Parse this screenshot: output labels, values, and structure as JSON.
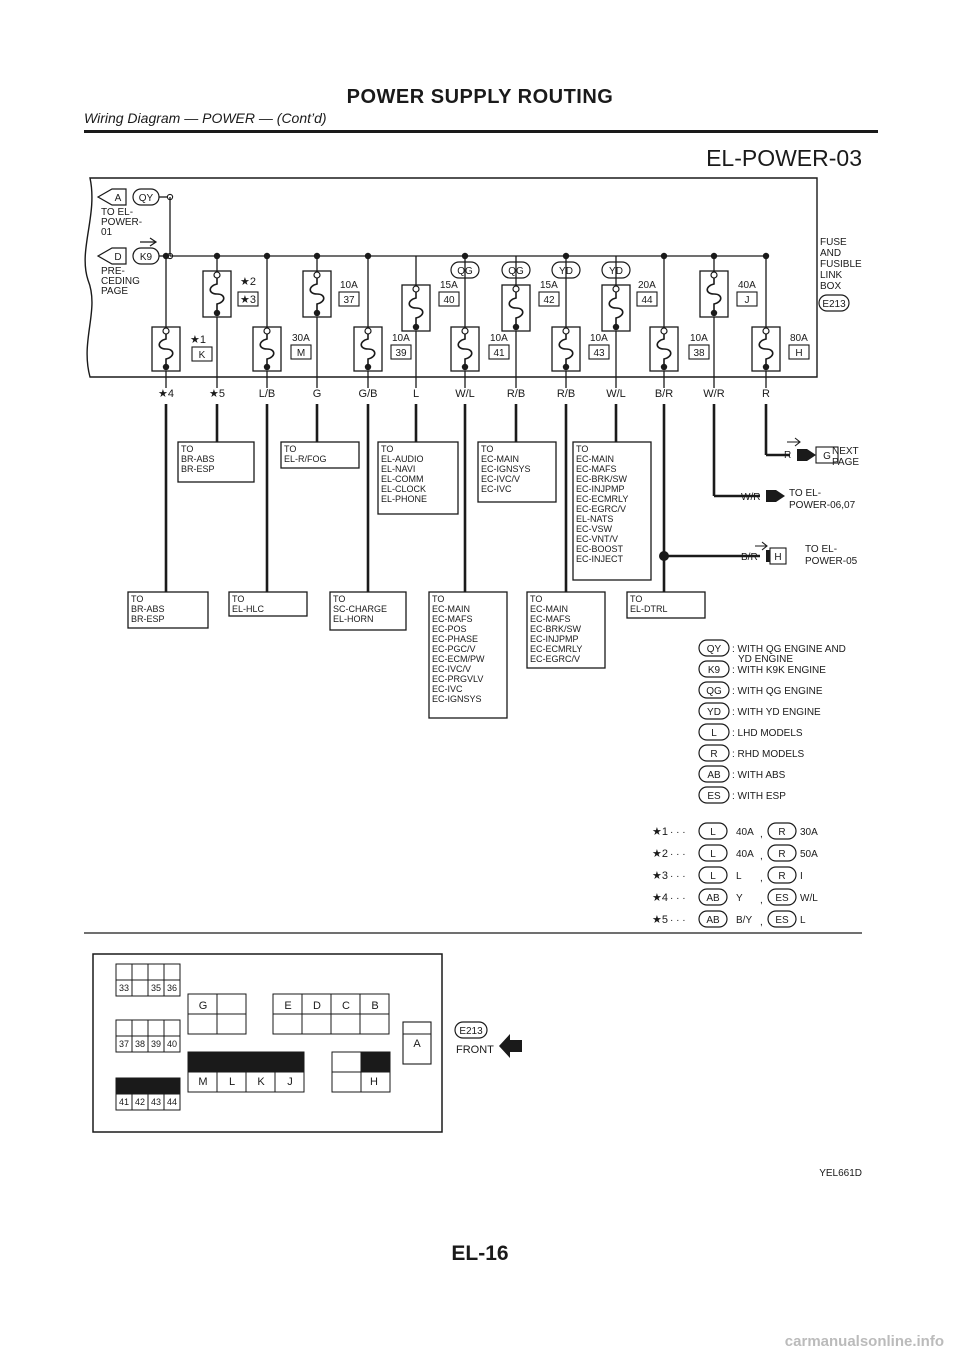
{
  "header": {
    "title": "POWER SUPPLY ROUTING",
    "subtitle": "Wiring Diagram — POWER — (Cont’d)"
  },
  "diagram": {
    "code": "EL-POWER-03",
    "image_id": "YEL661D",
    "fuse_box_label": [
      "FUSE",
      "AND",
      "FUSIBLE",
      "LINK",
      "BOX"
    ],
    "fuse_box_connector": "E213",
    "left_connectors": [
      {
        "letter": "A",
        "tag": "QY",
        "label": [
          "TO EL-",
          "POWER-",
          "01"
        ]
      },
      {
        "letter": "D",
        "tag": "K9",
        "label": [
          "PRE-",
          "CEDING",
          "PAGE"
        ]
      }
    ],
    "top_tags": [
      "QG",
      "QG",
      "YD",
      "YD"
    ],
    "fuses_top": [
      {
        "line1": "★2",
        "line2": "★3"
      },
      {
        "amp": "10A",
        "no": "37"
      },
      {
        "amp": "15A",
        "no": "40"
      },
      {
        "amp": "15A",
        "no": "42"
      },
      {
        "amp": "20A",
        "no": "44"
      },
      {
        "amp": "40A",
        "no": "J"
      }
    ],
    "fuses_bottom": [
      {
        "line1": "★1",
        "no": "K"
      },
      {
        "amp": "30A",
        "no": "M"
      },
      {
        "amp": "10A",
        "no": "39"
      },
      {
        "amp": "10A",
        "no": "41"
      },
      {
        "amp": "10A",
        "no": "43"
      },
      {
        "amp": "10A",
        "no": "38"
      },
      {
        "amp": "80A",
        "no": "H"
      }
    ],
    "wire_colors": [
      "★4",
      "★5",
      "L/B",
      "G",
      "G/B",
      "L",
      "W/L",
      "R/B",
      "R/B",
      "W/L",
      "B/R",
      "W/R",
      "R"
    ],
    "boxes_upper": [
      [
        "TO",
        "BR-ABS",
        "BR-ESP"
      ],
      [
        "TO",
        "EL-R/FOG"
      ],
      [
        "TO",
        "EL-AUDIO",
        "EL-NAVI",
        "EL-COMM",
        "EL-CLOCK",
        "EL-PHONE"
      ],
      [
        "TO",
        "EC-MAIN",
        "EC-IGNSYS",
        "EC-IVC/V",
        "EC-IVC"
      ],
      [
        "TO",
        "EC-MAIN",
        "EC-MAFS",
        "EC-BRK/SW",
        "EC-INJPMP",
        "EC-ECMRLY",
        "EC-EGRC/V",
        "EL-NATS",
        "EC-VSW",
        "EC-VNT/V",
        "EC-BOOST",
        "EC-INJECT"
      ]
    ],
    "boxes_lower": [
      [
        "TO",
        "BR-ABS",
        "BR-ESP"
      ],
      [
        "TO",
        "EL-HLC"
      ],
      [
        "TO",
        "SC-CHARGE",
        "EL-HORN"
      ],
      [
        "TO",
        "EC-MAIN",
        "EC-MAFS",
        "EC-POS",
        "EC-PHASE",
        "EC-PGC/V",
        "EC-ECM/PW",
        "EC-IVC/V",
        "EC-PRGVLV",
        "EC-IVC",
        "EC-IGNSYS"
      ],
      [
        "TO",
        "EC-MAIN",
        "EC-MAFS",
        "EC-BRK/SW",
        "EC-INJPMP",
        "EC-ECMRLY",
        "EC-EGRC/V"
      ],
      [
        "TO",
        "EL-DTRL"
      ]
    ],
    "right_outputs": [
      {
        "wire": "R",
        "tag": "G",
        "label": [
          "NEXT",
          "PAGE"
        ]
      },
      {
        "wire": "W/R",
        "label": [
          "TO EL-",
          "POWER-06,07"
        ]
      },
      {
        "wire": "B/R",
        "tag": "H",
        "label": [
          "TO EL-",
          "POWER-05"
        ]
      }
    ],
    "legend": [
      {
        "tag": "QY",
        "text": ": WITH QG ENGINE AND",
        "text2": "YD ENGINE"
      },
      {
        "tag": "K9",
        "text": ": WITH K9K ENGINE"
      },
      {
        "tag": "QG",
        "text": ": WITH QG ENGINE"
      },
      {
        "tag": "YD",
        "text": ": WITH YD ENGINE"
      },
      {
        "tag": "L",
        "text": ": LHD MODELS"
      },
      {
        "tag": "R",
        "text": ": RHD MODELS"
      },
      {
        "tag": "AB",
        "text": ": WITH ABS"
      },
      {
        "tag": "ES",
        "text": ": WITH ESP"
      }
    ],
    "notes": [
      {
        "star": "★1",
        "a_tag": "L",
        "a_val": "40A",
        "b_tag": "R",
        "b_val": "30A"
      },
      {
        "star": "★2",
        "a_tag": "L",
        "a_val": "40A",
        "b_tag": "R",
        "b_val": "50A"
      },
      {
        "star": "★3",
        "a_tag": "L",
        "a_val": "L",
        "b_tag": "R",
        "b_val": "I"
      },
      {
        "star": "★4",
        "a_tag": "AB",
        "a_val": "Y",
        "b_tag": "ES",
        "b_val": "W/L"
      },
      {
        "star": "★5",
        "a_tag": "AB",
        "a_val": "B/Y",
        "b_tag": "ES",
        "b_val": "L"
      }
    ],
    "note_dots": "· · ·",
    "note_sep": ",",
    "connector": {
      "block1": [
        "33",
        "35",
        "36"
      ],
      "block2": [
        "37",
        "38",
        "39",
        "40"
      ],
      "block3": [
        "41",
        "42",
        "43",
        "44"
      ],
      "row_g": [
        "G"
      ],
      "row_edcb": [
        "E",
        "D",
        "C",
        "B"
      ],
      "row_mlkj": [
        "M",
        "L",
        "K",
        "J"
      ],
      "row_h": [
        "H"
      ],
      "slot_a": "A",
      "tag": "E213",
      "front": "FRONT"
    }
  },
  "footer": {
    "page": "EL-16",
    "site": "carmanualsonline.info"
  }
}
